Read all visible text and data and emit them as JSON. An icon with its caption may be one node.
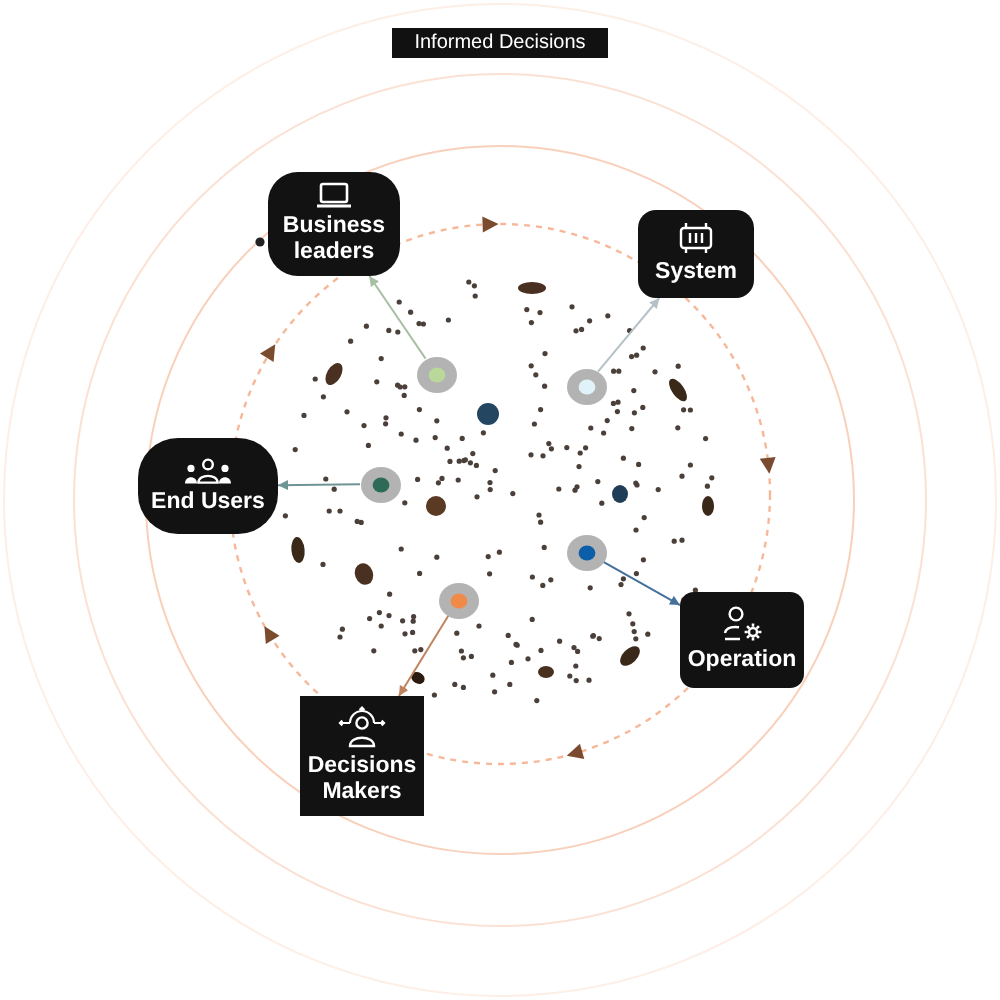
{
  "diagram": {
    "title": "Informed Decisions",
    "nodes": [
      {
        "text": [
          "Business leaders"
        ]
      },
      {
        "text": [
          "System"
        ]
      },
      {
        "text": [
          "End Users"
        ]
      },
      {
        "text": [
          "Operation"
        ]
      },
      {
        "text": [
          "Decisions Makers"
        ]
      },
      {
        "text": [],
        "shape": "circle"
      },
      {
        "text": [],
        "shape": "circle"
      },
      {
        "text": [],
        "shape": "circle"
      },
      {
        "text": [],
        "shape": "circle"
      },
      {
        "text": [],
        "shape": "circle"
      }
    ],
    "edges": [
      {
        "from": 5,
        "to": 0,
        "arrow": "to",
        "color": "#a8bfa4"
      },
      {
        "from": 6,
        "to": 1,
        "arrow": "to",
        "color": "#b4c2c8"
      },
      {
        "from": 7,
        "to": 2,
        "arrow": "to",
        "color": "#6f9494"
      },
      {
        "from": 8,
        "to": 3,
        "arrow": "to",
        "color": "#44709a"
      },
      {
        "from": 9,
        "to": 4,
        "arrow": "to",
        "color": "#c0835e"
      }
    ]
  }
}
